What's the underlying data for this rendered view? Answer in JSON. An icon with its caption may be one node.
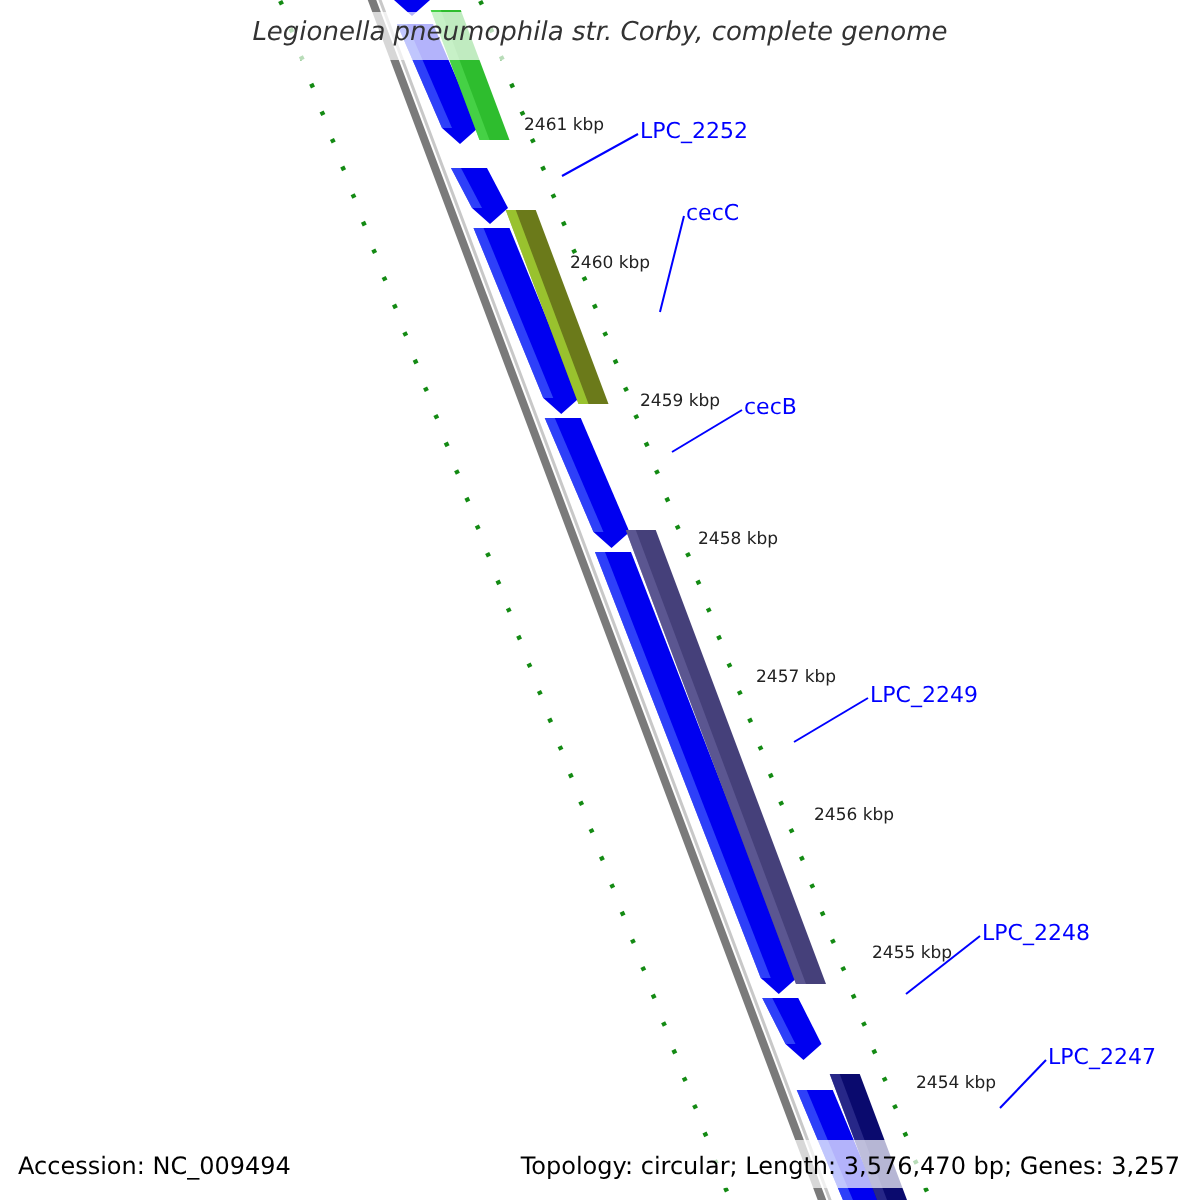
{
  "diagram": {
    "title": "Legionella pneumophila str. Corby, complete genome",
    "nodes": [
      {
        "text": [
          "LPC_2252"
        ]
      },
      {
        "text": [
          "cecC"
        ]
      },
      {
        "text": [
          "cecB"
        ]
      },
      {
        "text": [
          "LPC_2249"
        ]
      },
      {
        "text": [
          "LPC_2248"
        ]
      },
      {
        "text": [
          "LPC_2247"
        ]
      }
    ],
    "edges": [
      {
        "from": 0,
        "to": null,
        "arrow": "none"
      },
      {
        "from": 1,
        "to": null,
        "arrow": "none"
      },
      {
        "from": 2,
        "to": null,
        "arrow": "none"
      },
      {
        "from": 3,
        "to": null,
        "arrow": "none"
      },
      {
        "from": 4,
        "to": null,
        "arrow": "none"
      },
      {
        "from": 5,
        "to": null,
        "arrow": "none"
      }
    ],
    "labels": [
      "2461 kbp",
      "2460 kbp",
      "2459 kbp",
      "2458 kbp",
      "2457 kbp",
      "2456 kbp",
      "2455 kbp",
      "2454 kbp",
      "Accession: NC_009494",
      "Topology: circular; Length: 3,576,470 bp; Genes: 3,257"
    ]
  }
}
